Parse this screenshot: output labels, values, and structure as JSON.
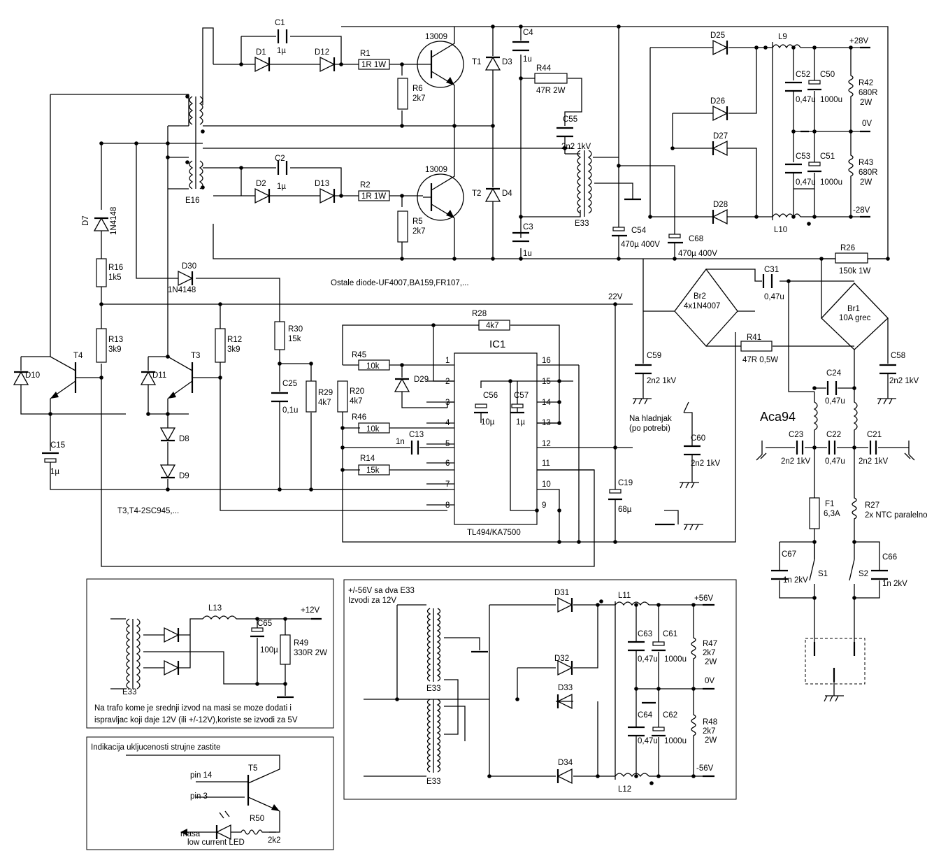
{
  "transistors": {
    "t1_type": "13009",
    "t2_type": "13009",
    "t1": "T1",
    "t2": "T2",
    "t3": "T3",
    "t4": "T4",
    "t5": "T5"
  },
  "caps": {
    "c1": "C1",
    "c1v": "1µ",
    "c2": "C2",
    "c2v": "1µ",
    "c3": "C3",
    "c3v": "1u",
    "c4": "C4",
    "c4v": "1u",
    "c55": "C55",
    "c55v": "2n2 1kV",
    "c54": "C54",
    "c54v": "470µ 400V",
    "c68": "C68",
    "c68v": "470µ 400V",
    "c52": "C52",
    "c52v": "0,47u",
    "c50": "C50",
    "c50v": "1000u",
    "c53": "C53",
    "c53v": "0,47u",
    "c51": "C51",
    "c51v": "1000u",
    "c31": "C31",
    "c31v": "0,47u",
    "c25": "C25",
    "c25v": "0,1u",
    "c56": "C56",
    "c56v": "10µ",
    "c57": "C57",
    "c57v": "1µ",
    "c13": "C13",
    "c13v": "1n",
    "c15": "C15",
    "c15v": "1µ",
    "c59": "C59",
    "c59v": "2n2 1kV",
    "c60": "C60",
    "c60v": "2n2 1kV",
    "c19": "C19",
    "c19v": "68µ",
    "c58": "C58",
    "c58v": "2n2 1kV",
    "c24": "C24",
    "c24v": "0,47u",
    "c23": "C23",
    "c23v": "2n2 1kV",
    "c22": "C22",
    "c22v": "0,47u",
    "c21": "C21",
    "c21v": "2n2 1kV",
    "c67": "C67",
    "c67v": "1n 2kV",
    "c66": "C66",
    "c66v": "1n 2kV",
    "c65": "C65",
    "c65v": "100µ",
    "c63": "C63",
    "c63v": "0,47u",
    "c61": "C61",
    "c61v": "1000u",
    "c64": "C64",
    "c64v": "0,47u",
    "c62": "C62",
    "c62v": "1000u"
  },
  "resistors": {
    "r1": "R1",
    "r1v": "1R 1W",
    "r2": "R2",
    "r2v": "1R 1W",
    "r6": "R6",
    "r6v": "2k7",
    "r5": "R5",
    "r5v": "2k7",
    "r44": "R44",
    "r44v": "47R 2W",
    "r42": "R42",
    "r42v": "680R",
    "r42p": "2W",
    "r43": "R43",
    "r43v": "680R",
    "r43p": "2W",
    "r26": "R26",
    "r26v": "150k 1W",
    "r16": "R16",
    "r16v": "1k5",
    "r13": "R13",
    "r13v": "3k9",
    "r12": "R12",
    "r12v": "3k9",
    "r30": "R30",
    "r30v": "15k",
    "r28": "R28",
    "r28v": "4k7",
    "r45": "R45",
    "r45v": "10k",
    "r46": "R46",
    "r46v": "10k",
    "r14": "R14",
    "r14v": "15k",
    "r29": "R29",
    "r29v": "4k7",
    "r20": "R20",
    "r20v": "4k7",
    "r41": "R41",
    "r41v": "47R 0,5W",
    "r27": "R27",
    "r27v": "2x NTC paralelno",
    "r49": "R49",
    "r49v": "330R 2W",
    "r47": "R47",
    "r47v": "2k7",
    "r47p": "2W",
    "r48": "R48",
    "r48v": "2k7",
    "r48p": "2W",
    "r50": "R50",
    "r50v": "2k2"
  },
  "diodes": {
    "d1": "D1",
    "d12": "D12",
    "d2": "D2",
    "d13": "D13",
    "d3": "D3",
    "d4": "D4",
    "d25": "D25",
    "d26": "D26",
    "d27": "D27",
    "d28": "D28",
    "d7": "D7",
    "d7v": "1N4148",
    "d30": "D30",
    "d30v": "1N4148",
    "d10": "D10",
    "d11": "D11",
    "d8": "D8",
    "d9": "D9",
    "d29": "D29",
    "d31": "D31",
    "d32": "D32",
    "d33": "D33",
    "d34": "D34"
  },
  "inductors": {
    "l9": "L9",
    "l10": "L10",
    "l11": "L11",
    "l12": "L12",
    "l13": "L13"
  },
  "transformers": {
    "e16": "E16",
    "e33": "E33"
  },
  "bridges": {
    "br2": "Br2",
    "br2v": "4x1N4007",
    "br1": "Br1",
    "br1v": "10A grec"
  },
  "ic": {
    "name": "IC1",
    "type": "TL494/KA7500",
    "pins_left": [
      "1",
      "2",
      "3",
      "4",
      "5",
      "6",
      "7",
      "8"
    ],
    "pins_right": [
      "16",
      "15",
      "14",
      "13",
      "12",
      "11",
      "10",
      "9"
    ]
  },
  "rails": {
    "p28": "+28V",
    "zero": "0V",
    "m28": "-28V",
    "v22": "22V",
    "p12": "+12V",
    "p56": "+56V",
    "zero2": "0V",
    "m56": "-56V"
  },
  "misc": {
    "f1": "F1",
    "f1v": "6,3A",
    "s1": "S1",
    "s2": "S2",
    "author": "Aca94",
    "diodes_note": "Ostale diode-UF4007,BA159,FR107,...",
    "t34_note": "T3,T4-2SC945,...",
    "heatsink_1": "Na hladnjak",
    "heatsink_2": "(po potrebi)"
  },
  "box_12v": {
    "note_line1": "Na trafo kome je srednji izvod na masi se moze dodati i",
    "note_line2": "ispravljac koji daje 12V (ili +/-12V),koriste se izvodi za 5V"
  },
  "box_56v": {
    "title_line1": "+/-56V sa dva E33",
    "title_line2": "Izvodi za 12V"
  },
  "box_ind": {
    "title": "Indikacija ukljucenosti strujne zastite",
    "pin14": "pin 14",
    "pin3": "pin 3",
    "masa": "masa",
    "led": "low current LED"
  }
}
